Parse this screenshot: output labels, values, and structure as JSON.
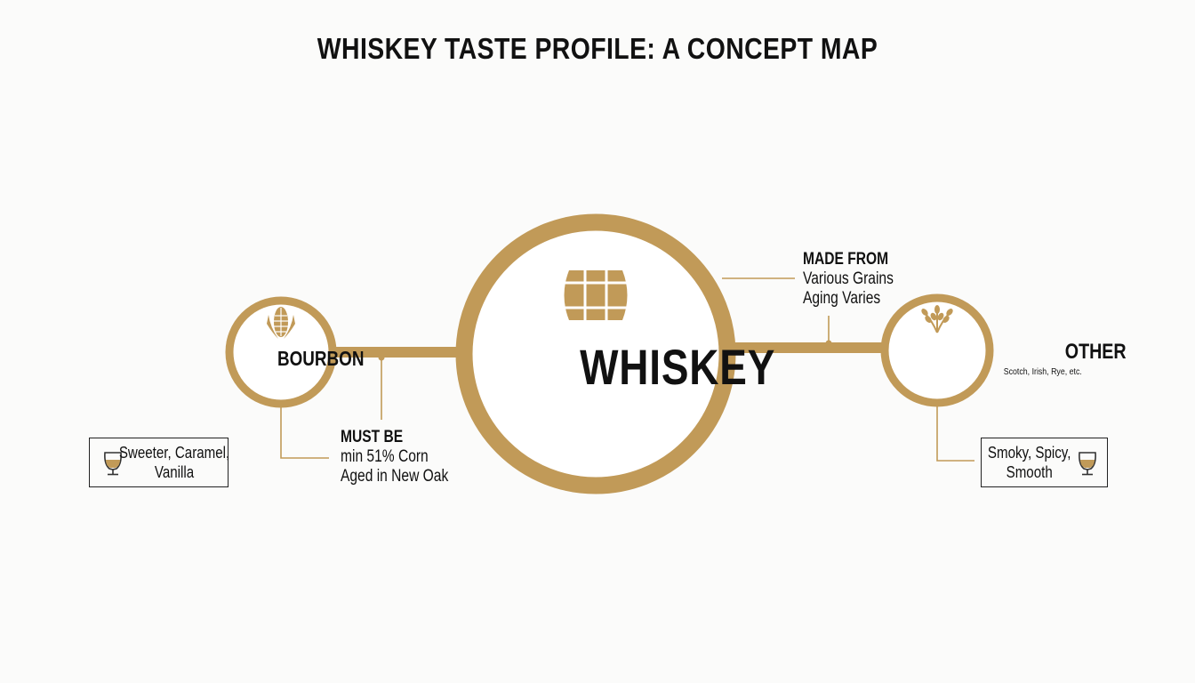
{
  "title": "WHISKEY TASTE PROFILE: A CONCEPT MAP",
  "colors": {
    "gold": "#c19a58",
    "text": "#111111",
    "background": "#fbfbfa"
  },
  "center": {
    "label": "WHISKEY",
    "icon": "barrel-icon"
  },
  "bourbon": {
    "label": "BOURBON",
    "icon": "corn-icon",
    "requirement": {
      "heading": "MUST BE",
      "lines": [
        "min 51% Corn",
        "Aged in New Oak"
      ]
    },
    "taste": {
      "lines": [
        "Sweeter, Caramel,",
        "Vanilla"
      ],
      "icon": "whiskey-glass-icon"
    }
  },
  "other": {
    "label": "OTHER",
    "sublabel": "Scotch, Irish, Rye, etc.",
    "icon": "wheat-icon",
    "requirement": {
      "heading": "MADE FROM",
      "lines": [
        "Various Grains",
        "Aging Varies"
      ]
    },
    "taste": {
      "lines": [
        "Smoky, Spicy,",
        "Smooth"
      ],
      "icon": "whiskey-glass-icon"
    }
  }
}
